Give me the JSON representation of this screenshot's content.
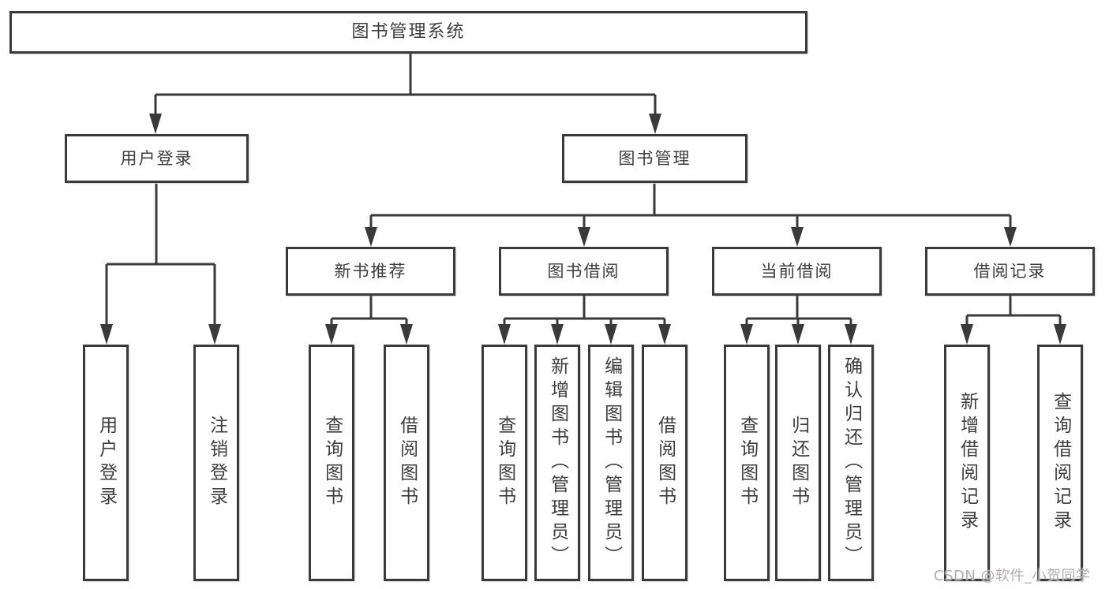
{
  "diagram": {
    "root": {
      "label": "图书管理系统"
    },
    "level2": [
      {
        "label": "用户登录"
      },
      {
        "label": "图书管理"
      }
    ],
    "level3": [
      {
        "label": "新书推荐",
        "parent": "图书管理"
      },
      {
        "label": "图书借阅",
        "parent": "图书管理"
      },
      {
        "label": "当前借阅",
        "parent": "图书管理"
      },
      {
        "label": "借阅记录",
        "parent": "图书管理"
      }
    ],
    "leaves": [
      {
        "label": "用户登录",
        "parent": "用户登录"
      },
      {
        "label": "注销登录",
        "parent": "用户登录"
      },
      {
        "label": "查询图书",
        "parent": "新书推荐"
      },
      {
        "label": "借阅图书",
        "parent": "新书推荐"
      },
      {
        "label": "查询图书",
        "parent": "图书借阅"
      },
      {
        "label": "新增图书（管理员）",
        "parent": "图书借阅"
      },
      {
        "label": "编辑图书（管理员）",
        "parent": "图书借阅"
      },
      {
        "label": "借阅图书",
        "parent": "图书借阅"
      },
      {
        "label": "查询图书",
        "parent": "当前借阅"
      },
      {
        "label": "归还图书",
        "parent": "当前借阅"
      },
      {
        "label": "确认归还（管理员）",
        "parent": "当前借阅"
      },
      {
        "label": "新增借阅记录",
        "parent": "借阅记录"
      },
      {
        "label": "查询借阅记录",
        "parent": "借阅记录"
      }
    ],
    "colors": {
      "line": "#3a3a3a",
      "text": "#3d3d3d",
      "background": "#ffffff",
      "watermark": "#b4acac"
    }
  },
  "watermark": {
    "text": "CSDN @软件_小贺同学"
  }
}
